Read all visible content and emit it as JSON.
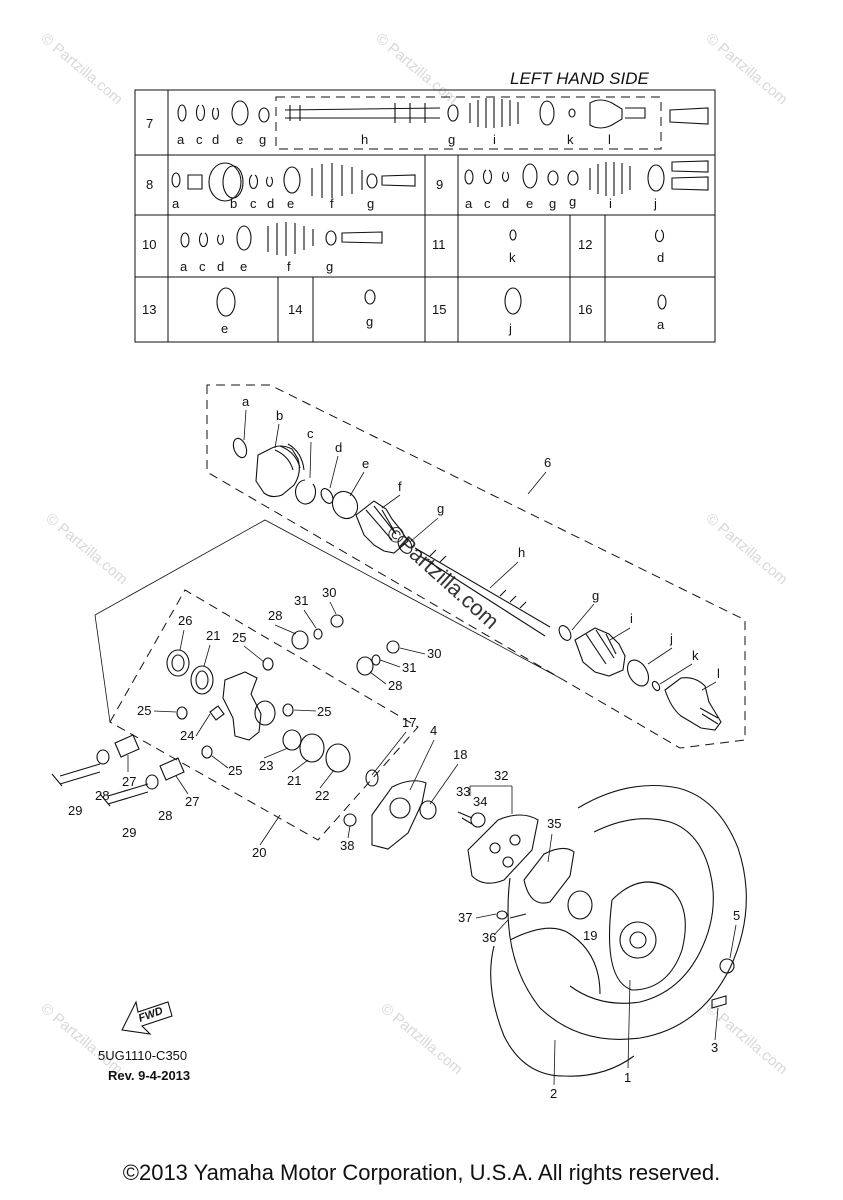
{
  "table": {
    "title": "LEFT HAND SIDE",
    "rows": [
      {
        "num": "7",
        "letters": [
          "a",
          "c",
          "d",
          "e",
          "g",
          "h",
          "g",
          "i",
          "k",
          "l"
        ]
      },
      {
        "num": "8",
        "letters": [
          "a",
          "b",
          "c",
          "d",
          "e",
          "f",
          "g"
        ]
      },
      {
        "num": "9",
        "letters": [
          "a",
          "c",
          "d",
          "e",
          "g",
          "g",
          "i",
          "j"
        ]
      },
      {
        "num": "10",
        "letters": [
          "a",
          "c",
          "d",
          "e",
          "f",
          "g"
        ]
      },
      {
        "num": "11",
        "letters": [
          "k"
        ]
      },
      {
        "num": "12",
        "letters": [
          "d"
        ]
      },
      {
        "num": "13",
        "letters": [
          "e"
        ]
      },
      {
        "num": "14",
        "letters": [
          "g"
        ]
      },
      {
        "num": "15",
        "letters": [
          "j"
        ]
      },
      {
        "num": "16",
        "letters": [
          "a"
        ]
      }
    ]
  },
  "callouts": [
    "1",
    "2",
    "3",
    "4",
    "5",
    "6",
    "17",
    "18",
    "19",
    "20",
    "21",
    "21",
    "22",
    "23",
    "24",
    "25",
    "25",
    "25",
    "25",
    "26",
    "27",
    "27",
    "28",
    "28",
    "28",
    "28",
    "29",
    "29",
    "30",
    "30",
    "31",
    "31",
    "32",
    "33",
    "34",
    "35",
    "36",
    "37",
    "38"
  ],
  "shaft_letters": [
    "a",
    "b",
    "c",
    "d",
    "e",
    "f",
    "g",
    "h",
    "g",
    "i",
    "j",
    "k",
    "l"
  ],
  "watermark": "© Partzilla.com",
  "center_watermark": "©Partzilla.com",
  "fwd_label": "FWD",
  "diagram_code": "5UG1110-C350",
  "revision": "Rev.  9-4-2013",
  "copyright": "©2013 Yamaha Motor Corporation, U.S.A. All rights reserved."
}
